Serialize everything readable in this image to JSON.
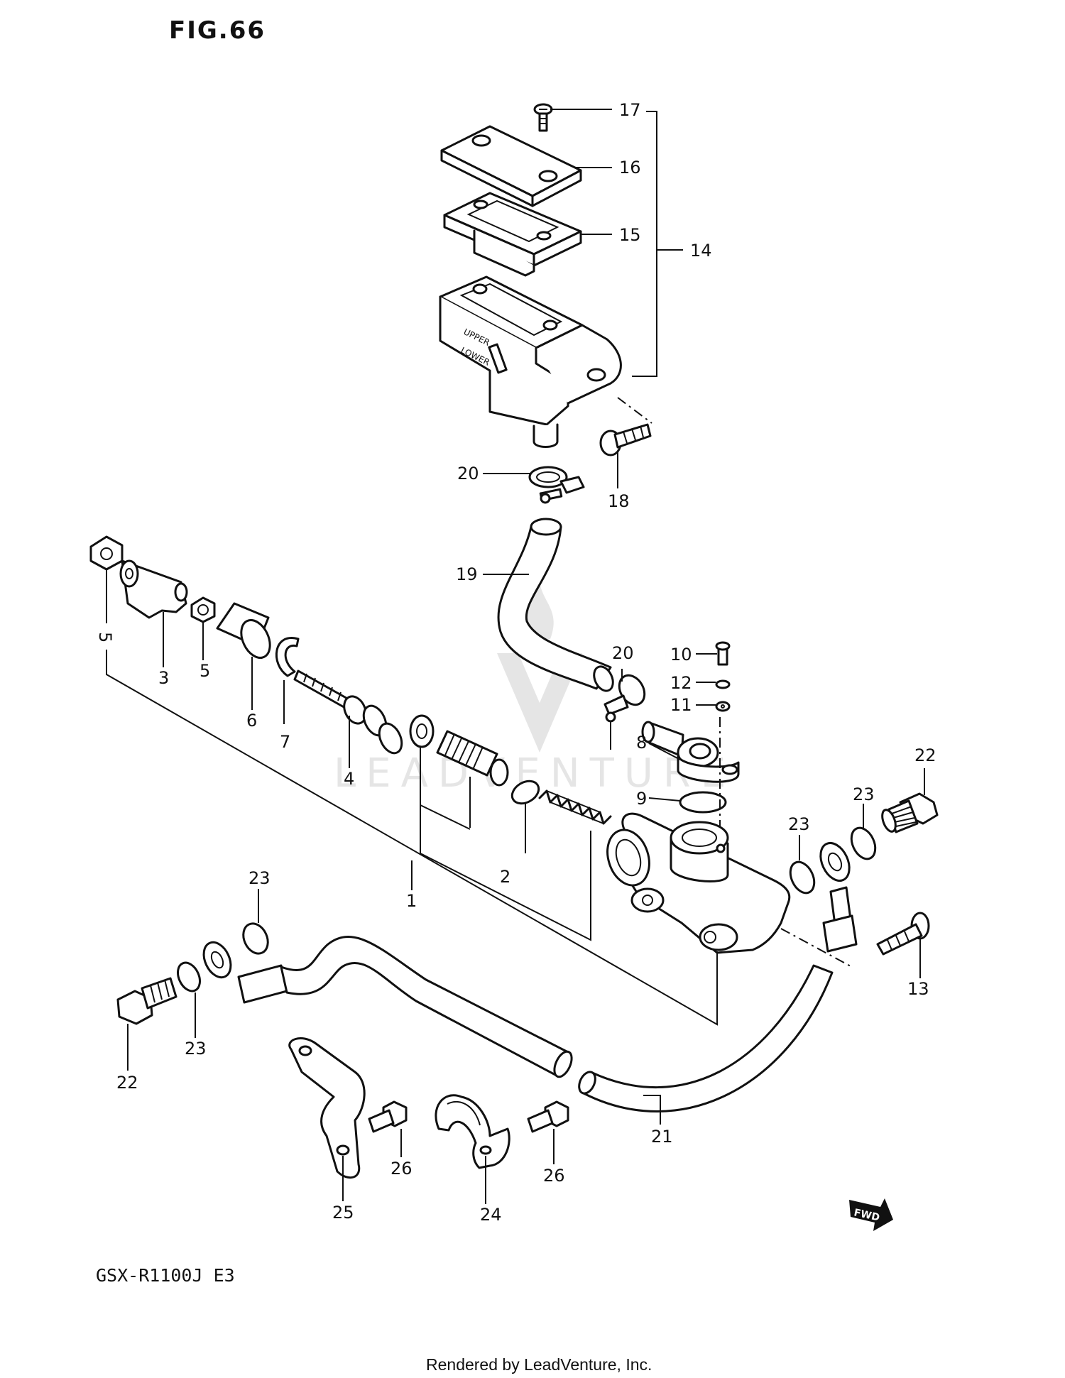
{
  "figure": {
    "title": "FIG.66",
    "model": "GSX-R1100J  E3",
    "credit": "Rendered by LeadVenture, Inc.",
    "watermark": "LEADVENTURE",
    "fwd_badge": "FWD"
  },
  "callouts": [
    {
      "id": "c1",
      "text": "1"
    },
    {
      "id": "c2",
      "text": "2"
    },
    {
      "id": "c3",
      "text": "3"
    },
    {
      "id": "c4",
      "text": "4"
    },
    {
      "id": "c5a",
      "text": "5"
    },
    {
      "id": "c5b",
      "text": "5"
    },
    {
      "id": "c6",
      "text": "6"
    },
    {
      "id": "c7",
      "text": "7"
    },
    {
      "id": "c8",
      "text": "8"
    },
    {
      "id": "c9",
      "text": "9"
    },
    {
      "id": "c10",
      "text": "10"
    },
    {
      "id": "c11",
      "text": "11"
    },
    {
      "id": "c12",
      "text": "12"
    },
    {
      "id": "c13",
      "text": "13"
    },
    {
      "id": "c14",
      "text": "14"
    },
    {
      "id": "c15",
      "text": "15"
    },
    {
      "id": "c16",
      "text": "16"
    },
    {
      "id": "c17",
      "text": "17"
    },
    {
      "id": "c18",
      "text": "18"
    },
    {
      "id": "c19",
      "text": "19"
    },
    {
      "id": "c20a",
      "text": "20"
    },
    {
      "id": "c20b",
      "text": "20"
    },
    {
      "id": "c21",
      "text": "21"
    },
    {
      "id": "c22a",
      "text": "22"
    },
    {
      "id": "c22b",
      "text": "22"
    },
    {
      "id": "c23a",
      "text": "23"
    },
    {
      "id": "c23b",
      "text": "23"
    },
    {
      "id": "c23c",
      "text": "23"
    },
    {
      "id": "c23d",
      "text": "23"
    },
    {
      "id": "c24",
      "text": "24"
    },
    {
      "id": "c25",
      "text": "25"
    },
    {
      "id": "c26a",
      "text": "26"
    },
    {
      "id": "c26b",
      "text": "26"
    }
  ],
  "reservoir_text": {
    "upper": "UPPER",
    "lower": "LOWER"
  }
}
